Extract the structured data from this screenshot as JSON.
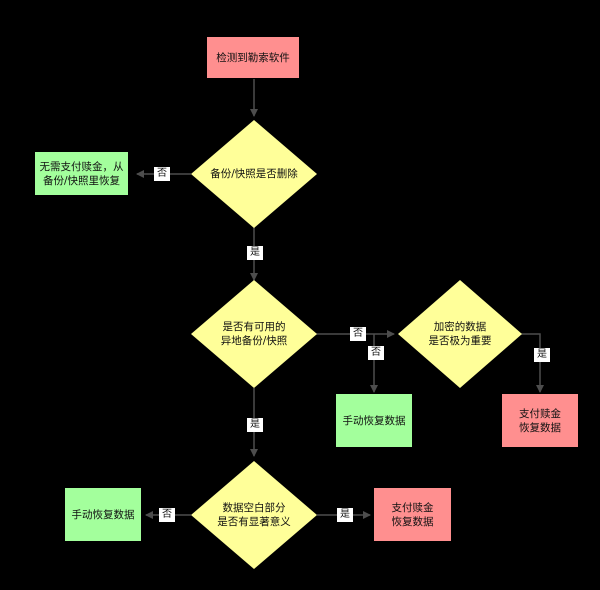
{
  "nodes": {
    "detect": "检测到勒索软件",
    "q_backup_deleted": "备份/快照是否删除",
    "recover_no_ransom": "无需支付赎金，从\n备份/快照里恢复",
    "q_local_backup": "是否有可用的\n异地备份/快照",
    "q_encrypted_important": "加密的数据\n是否极为重要",
    "manual_recover_1": "手动恢复数据",
    "pay_ransom_1": "支付赎金\n恢复数据",
    "q_blank_meaningful": "数据空白部分\n是否有显著意义",
    "manual_recover_2": "手动恢复数据",
    "pay_ransom_2": "支付赎金\n恢复数据"
  },
  "edge_labels": {
    "no_1": "否",
    "yes_1": "是",
    "no_2": "否",
    "no_3": "否",
    "yes_2": "是",
    "yes_3": "是",
    "no_4": "否",
    "yes_4": "是"
  },
  "colors": {
    "start_node": "#ff8f8f",
    "decision": "#ffff99",
    "action_green": "#a3ff9c",
    "action_red": "#ff8f8f",
    "connector": "#4d4d4d"
  }
}
